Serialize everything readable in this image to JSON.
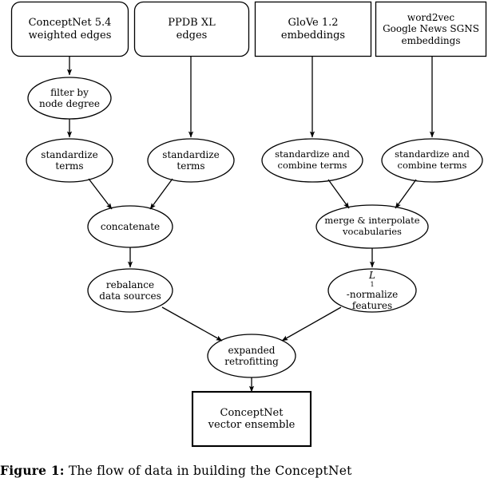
{
  "figure": {
    "background_color": "#ffffff",
    "stroke_color": "#000000",
    "caption_prefix": "Figure 1:",
    "caption_text": "The flow of data in building the ConceptNet"
  },
  "sources": [
    {
      "id": "conceptnet-source",
      "shape": "rounded-box",
      "lines": [
        "ConceptNet 5.4",
        "weighted edges"
      ]
    },
    {
      "id": "ppdb-source",
      "shape": "rounded-box",
      "lines": [
        "PPDB XL",
        "edges"
      ]
    },
    {
      "id": "glove-source",
      "shape": "box",
      "lines": [
        "GloVe 1.2",
        "embeddings"
      ]
    },
    {
      "id": "word2vec-source",
      "shape": "box",
      "lines": [
        "word2vec",
        "Google News SGNS",
        "embeddings"
      ]
    }
  ],
  "processes": [
    {
      "id": "filter-by-node-degree",
      "shape": "ellipse",
      "lines": [
        "filter by",
        "node degree"
      ]
    },
    {
      "id": "standardize-terms-conceptnet",
      "shape": "ellipse",
      "lines": [
        "standardize",
        "terms"
      ]
    },
    {
      "id": "standardize-terms-ppdb",
      "shape": "ellipse",
      "lines": [
        "standardize",
        "terms"
      ]
    },
    {
      "id": "standardize-combine-glove",
      "shape": "ellipse",
      "lines": [
        "standardize and",
        "combine terms"
      ]
    },
    {
      "id": "standardize-combine-word2vec",
      "shape": "ellipse",
      "lines": [
        "standardize and",
        "combine terms"
      ]
    },
    {
      "id": "concatenate",
      "shape": "ellipse",
      "lines": [
        "concatenate"
      ]
    },
    {
      "id": "merge-interpolate-vocabularies",
      "shape": "ellipse",
      "lines": [
        "merge & interpolate",
        "vocabularies"
      ]
    },
    {
      "id": "rebalance-data-sources",
      "shape": "ellipse",
      "lines": [
        "rebalance",
        "data sources"
      ]
    },
    {
      "id": "l1-normalize-features",
      "shape": "ellipse",
      "lines": [
        "L1-normalize",
        "features"
      ],
      "math_line_prefix": "L",
      "math_line_subscript": "1",
      "math_line_suffix": "-normalize"
    },
    {
      "id": "expanded-retrofitting",
      "shape": "ellipse",
      "lines": [
        "expanded",
        "retrofitting"
      ]
    }
  ],
  "output": {
    "id": "conceptnet-vector-ensemble",
    "shape": "box-thick",
    "lines": [
      "ConceptNet",
      "vector ensemble"
    ]
  },
  "edges": [
    {
      "from": "conceptnet-source",
      "to": "filter-by-node-degree"
    },
    {
      "from": "filter-by-node-degree",
      "to": "standardize-terms-conceptnet"
    },
    {
      "from": "ppdb-source",
      "to": "standardize-terms-ppdb"
    },
    {
      "from": "glove-source",
      "to": "standardize-combine-glove"
    },
    {
      "from": "word2vec-source",
      "to": "standardize-combine-word2vec"
    },
    {
      "from": "standardize-terms-conceptnet",
      "to": "concatenate"
    },
    {
      "from": "standardize-terms-ppdb",
      "to": "concatenate"
    },
    {
      "from": "standardize-combine-glove",
      "to": "merge-interpolate-vocabularies"
    },
    {
      "from": "standardize-combine-word2vec",
      "to": "merge-interpolate-vocabularies"
    },
    {
      "from": "concatenate",
      "to": "rebalance-data-sources"
    },
    {
      "from": "merge-interpolate-vocabularies",
      "to": "l1-normalize-features"
    },
    {
      "from": "rebalance-data-sources",
      "to": "expanded-retrofitting"
    },
    {
      "from": "l1-normalize-features",
      "to": "expanded-retrofitting"
    },
    {
      "from": "expanded-retrofitting",
      "to": "conceptnet-vector-ensemble"
    }
  ]
}
